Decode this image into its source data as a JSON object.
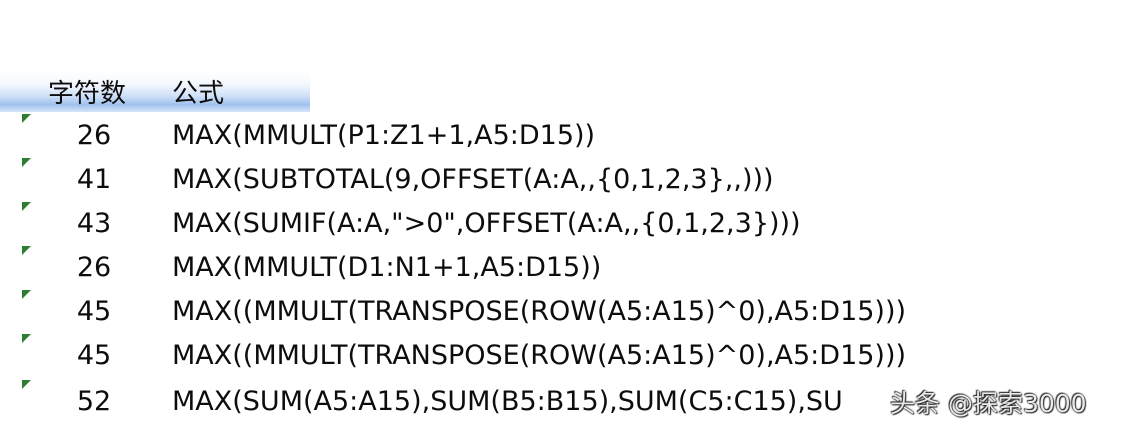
{
  "header": {
    "count_label": "字符数",
    "formula_label": "公式"
  },
  "rows": [
    {
      "count": "26",
      "formula": "MAX(MMULT(P1:Z1+1,A5:D15))"
    },
    {
      "count": "41",
      "formula": "MAX(SUBTOTAL(9,OFFSET(A:A,,{0,1,2,3},,)))"
    },
    {
      "count": "43",
      "formula": "MAX(SUMIF(A:A,\">0\",OFFSET(A:A,,{0,1,2,3})))"
    },
    {
      "count": "26",
      "formula": "MAX(MMULT(D1:N1+1,A5:D15))"
    },
    {
      "count": "45",
      "formula": "MAX((MMULT(TRANSPOSE(ROW(A5:A15)^0),A5:D15)))"
    },
    {
      "count": "45",
      "formula": "MAX((MMULT(TRANSPOSE(ROW(A5:A15)^0),A5:D15)))"
    },
    {
      "count": "52",
      "formula": "MAX(SUM(A5:A15),SUM(B5:B15),SUM(C5:C15),SU"
    }
  ],
  "watermark": "头条 @探索3000",
  "colors": {
    "header_band": "#9fc1ee",
    "error_flag": "#2e7d32",
    "text": "#0d0d0d"
  }
}
